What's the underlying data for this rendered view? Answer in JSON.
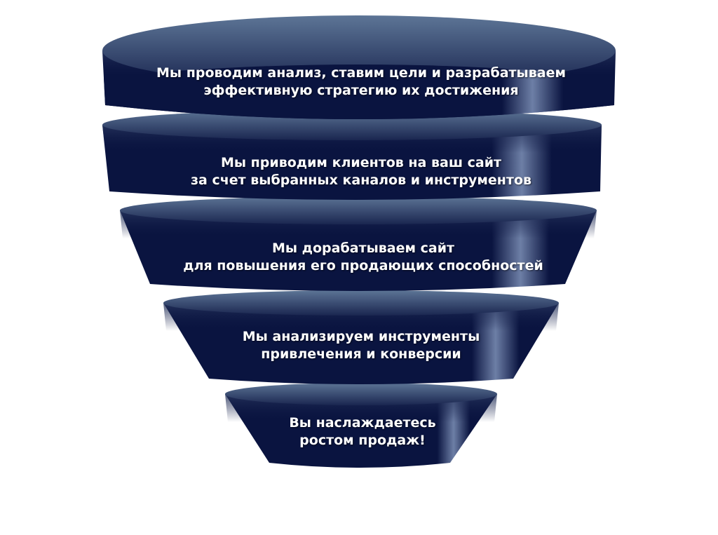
{
  "colors": {
    "body": "#0a1440",
    "cap_top": "#5d7596",
    "highlight": "#6d7fa6",
    "text": "#ffffff"
  },
  "funnel": {
    "levels": [
      {
        "lines": [
          "Мы проводим анализ, ставим цели и разрабатываем",
          "эффективную стратегию их достижения"
        ]
      },
      {
        "lines": [
          "Мы приводим клиентов на ваш сайт",
          "за счет выбранных каналов и инструментов"
        ]
      },
      {
        "lines": [
          "Мы дорабатываем сайт",
          "для повышения его продающих способностей"
        ]
      },
      {
        "lines": [
          "Мы анализируем инструменты",
          "привлечения и конверсии"
        ]
      },
      {
        "lines": [
          "Вы наслаждаетесь",
          "ростом продаж!"
        ]
      }
    ]
  }
}
